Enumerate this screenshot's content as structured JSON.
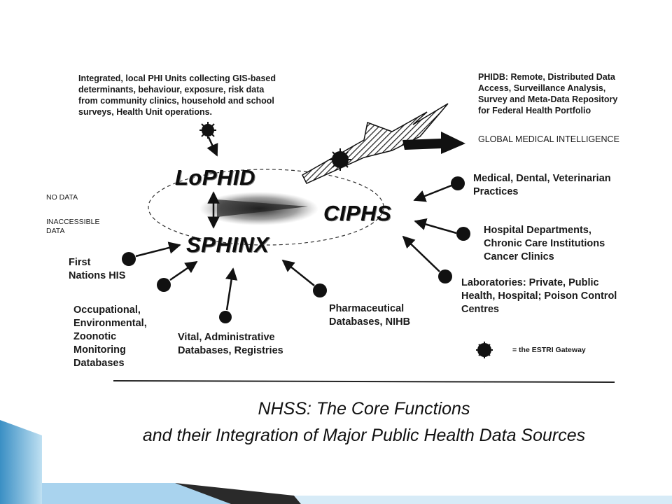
{
  "diagram": {
    "center_nodes": {
      "lophid": "LoPHID",
      "ciphs": "CIPHS",
      "sphinx": "SPHINX"
    },
    "labels": {
      "phi_units": "Integrated, local PHI Units collecting GIS-based\ndeterminants, behaviour, exposure, risk data\nfrom community clinics, household and school\nsurveys, Health Unit operations.",
      "phidb": "PHIDB: Remote, Distributed Data\nAccess, Surveillance Analysis,\nSurvey and Meta-Data Repository\nfor Federal Health Portfolio",
      "global_intel": "GLOBAL MEDICAL INTELLIGENCE",
      "no_data": "NO DATA",
      "inaccessible_data": "INACCESSIBLE\nDATA",
      "medical_practices": "Medical, Dental, Veterinarian\nPractices",
      "hospital_departments": "Hospital Departments,\nChronic Care Institutions\nCancer Clinics",
      "laboratories": "Laboratories: Private, Public\nHealth, Hospital; Poison Control\nCentres",
      "first_nations": "First\nNations HIS",
      "occupational": "Occupational,\nEnvironmental,\nZoonotic\nMonitoring\nDatabases",
      "vital": "Vital, Administrative\nDatabases, Registries",
      "pharmaceutical": "Pharmaceutical\nDatabases, NIHB"
    },
    "legend": {
      "text": "= the ESTRI Gateway"
    }
  },
  "caption": {
    "line1": "NHSS: The Core Functions",
    "line2": "and their Integration of Major Public Health Data Sources"
  }
}
